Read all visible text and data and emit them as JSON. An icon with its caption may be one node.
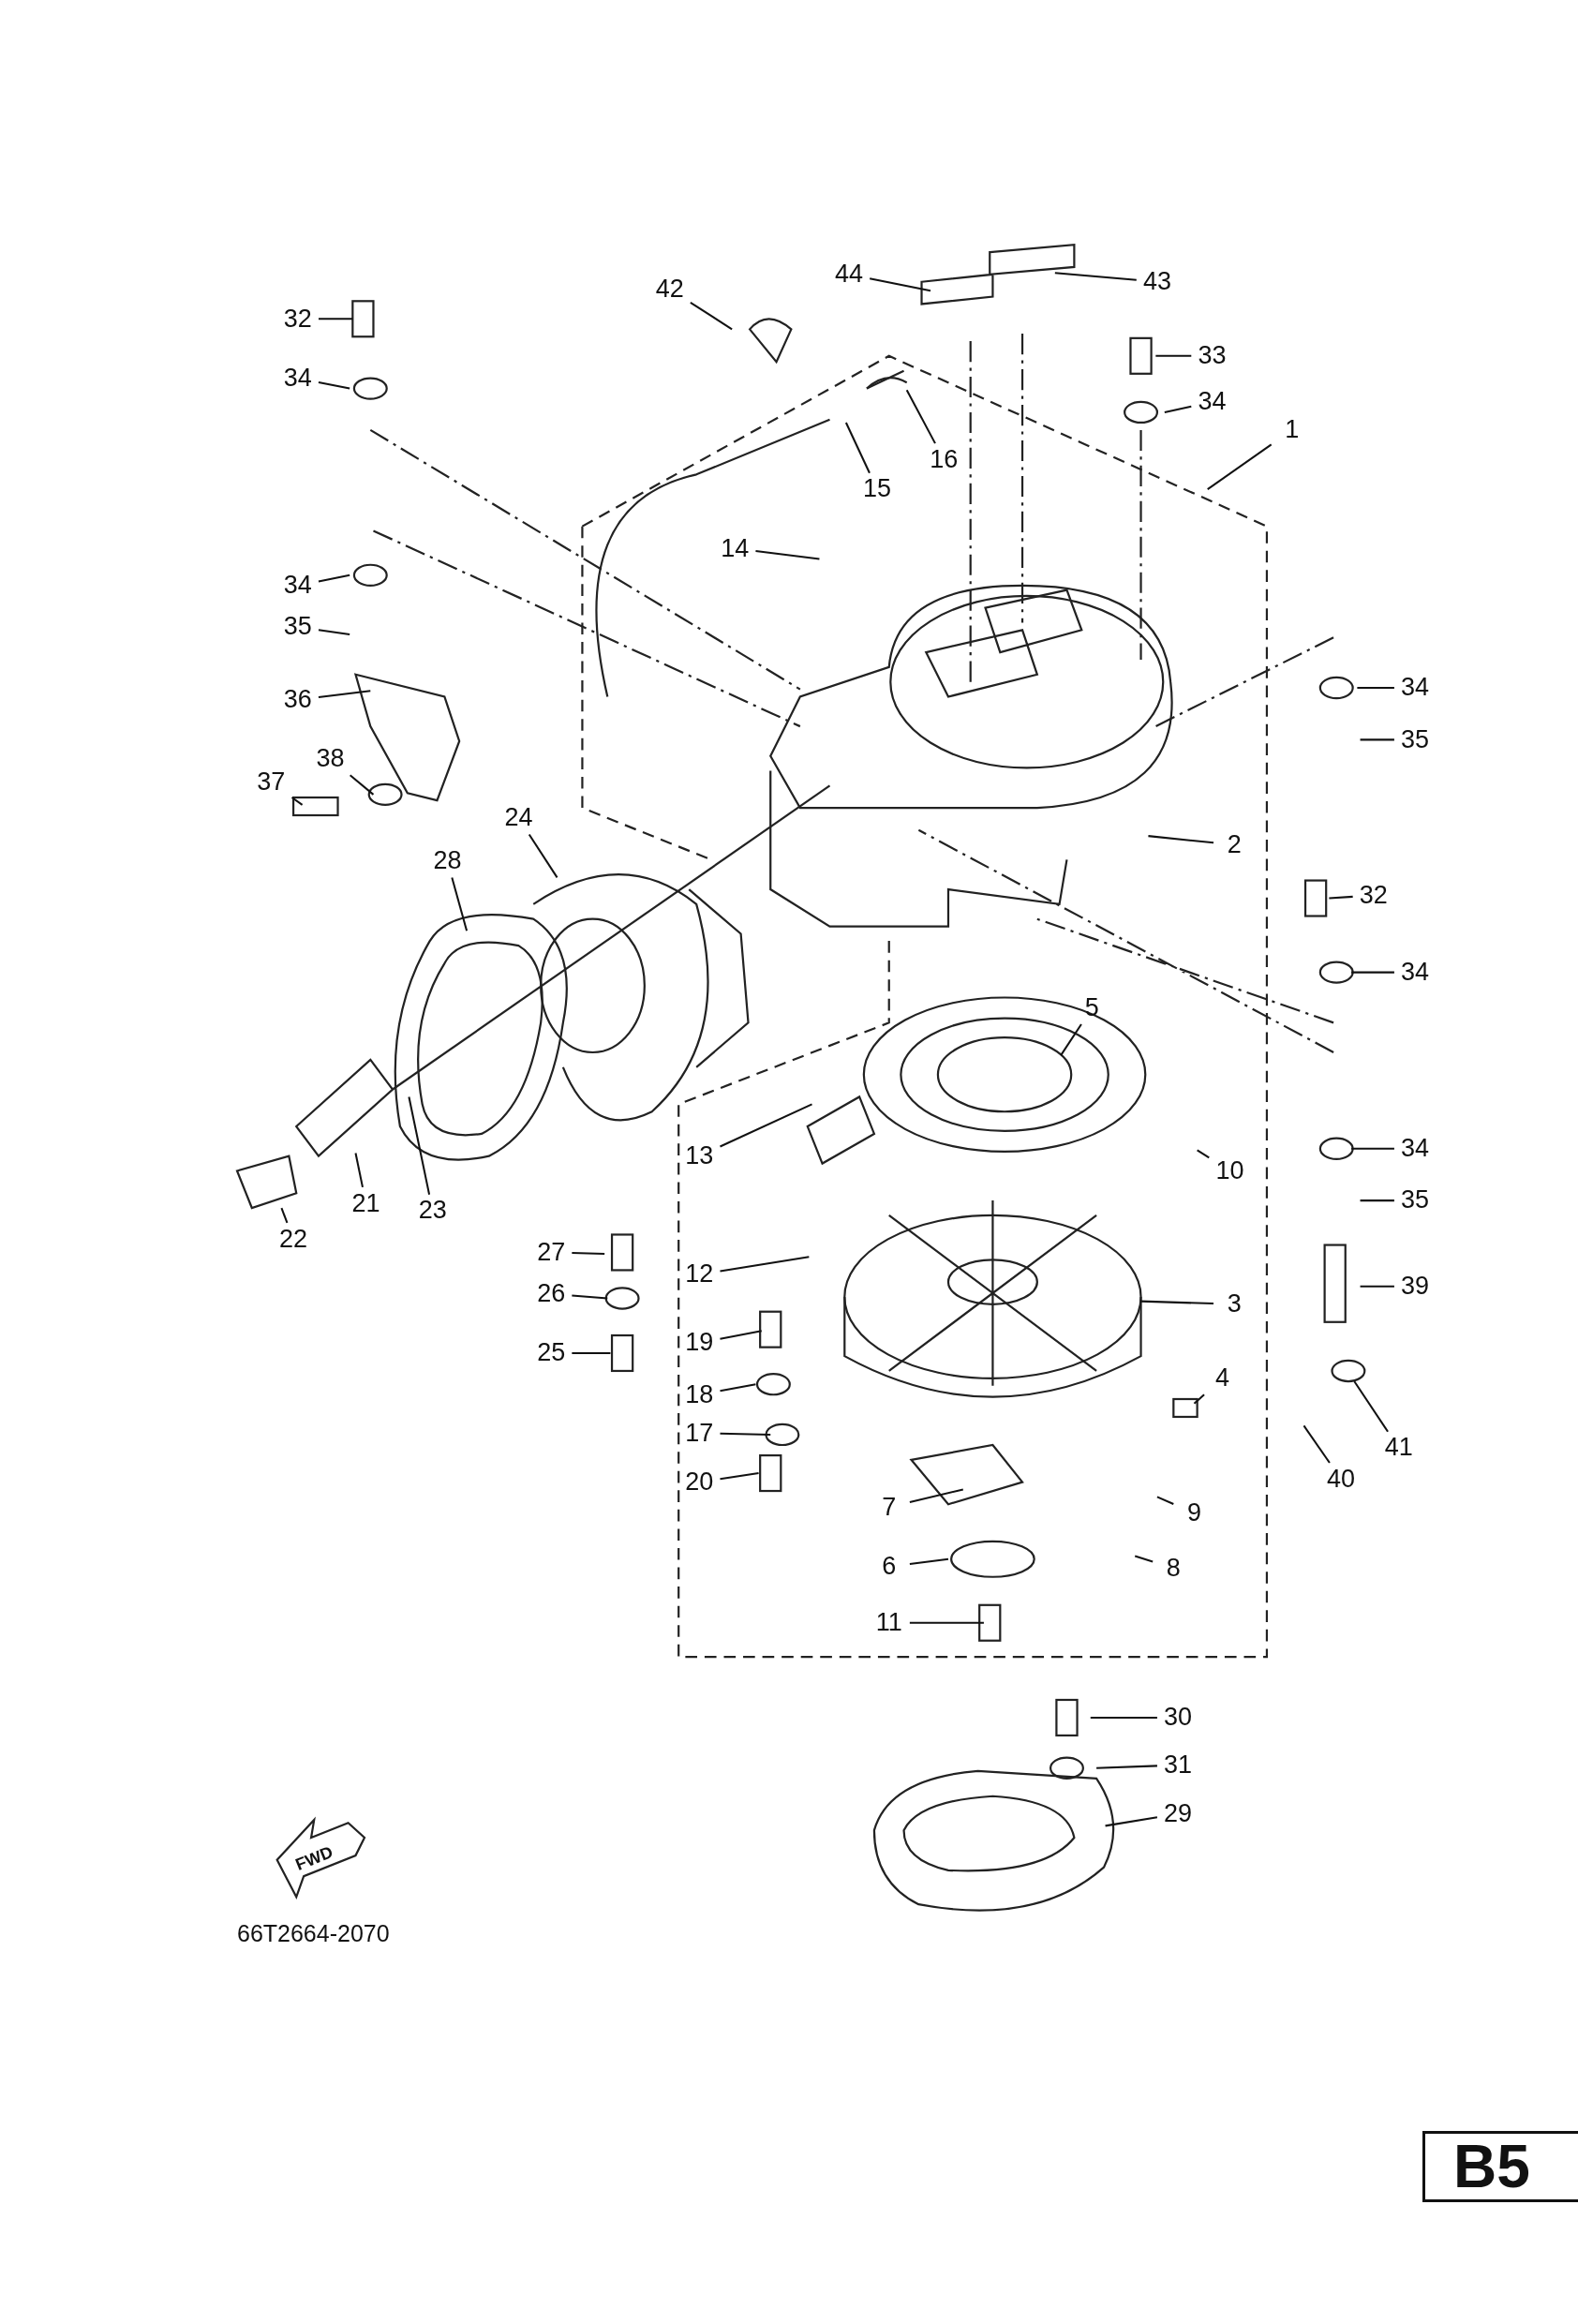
{
  "diagram": {
    "nodes": [
      {
        "text": [
          "42"
        ]
      },
      {
        "text": [
          "44"
        ]
      },
      {
        "text": [
          "43"
        ]
      },
      {
        "text": [
          "32"
        ]
      },
      {
        "text": [
          "33"
        ]
      },
      {
        "text": [
          "34"
        ]
      },
      {
        "text": [
          "34"
        ]
      },
      {
        "text": [
          "1"
        ]
      },
      {
        "text": [
          "16"
        ]
      },
      {
        "text": [
          "15"
        ]
      },
      {
        "text": [
          "14"
        ]
      },
      {
        "text": [
          "34"
        ]
      },
      {
        "text": [
          "35"
        ]
      },
      {
        "text": [
          "34"
        ]
      },
      {
        "text": [
          "36"
        ]
      },
      {
        "text": [
          "35"
        ]
      },
      {
        "text": [
          "38"
        ]
      },
      {
        "text": [
          "37"
        ]
      },
      {
        "text": [
          "24"
        ]
      },
      {
        "text": [
          "2"
        ]
      },
      {
        "text": [
          "28"
        ]
      },
      {
        "text": [
          "32"
        ]
      },
      {
        "text": [
          "34"
        ]
      },
      {
        "text": [
          "5"
        ]
      },
      {
        "text": [
          "13"
        ]
      },
      {
        "text": [
          "34"
        ]
      },
      {
        "text": [
          "10"
        ]
      },
      {
        "text": [
          "35"
        ]
      },
      {
        "text": [
          "27"
        ]
      },
      {
        "text": [
          "12"
        ]
      },
      {
        "text": [
          "39"
        ]
      },
      {
        "text": [
          "26"
        ]
      },
      {
        "text": [
          "3"
        ]
      },
      {
        "text": [
          "19"
        ]
      },
      {
        "text": [
          "25"
        ]
      },
      {
        "text": [
          "22"
        ]
      },
      {
        "text": [
          "21"
        ]
      },
      {
        "text": [
          "23"
        ]
      },
      {
        "text": [
          "4"
        ]
      },
      {
        "text": [
          "18"
        ]
      },
      {
        "text": [
          "17"
        ]
      },
      {
        "text": [
          "41"
        ]
      },
      {
        "text": [
          "20"
        ]
      },
      {
        "text": [
          "40"
        ]
      },
      {
        "text": [
          "7"
        ]
      },
      {
        "text": [
          "9"
        ]
      },
      {
        "text": [
          "8"
        ]
      },
      {
        "text": [
          "6"
        ]
      },
      {
        "text": [
          "11"
        ]
      },
      {
        "text": [
          "30"
        ]
      },
      {
        "text": [
          "31"
        ]
      },
      {
        "text": [
          "29"
        ]
      }
    ],
    "edges": [
      {
        "from": 0,
        "to": null,
        "arrow": "none"
      },
      {
        "from": 1,
        "to": null,
        "arrow": "none"
      },
      {
        "from": 2,
        "to": null,
        "arrow": "none"
      },
      {
        "from": 3,
        "to": null,
        "arrow": "none"
      },
      {
        "from": 4,
        "to": null,
        "arrow": "none"
      },
      {
        "from": 5,
        "to": null,
        "arrow": "none"
      },
      {
        "from": 6,
        "to": null,
        "arrow": "none"
      },
      {
        "from": 7,
        "to": null,
        "arrow": "none"
      },
      {
        "from": 8,
        "to": null,
        "arrow": "none"
      },
      {
        "from": 9,
        "to": null,
        "arrow": "none"
      },
      {
        "from": 10,
        "to": null,
        "arrow": "none"
      },
      {
        "from": 11,
        "to": null,
        "arrow": "none"
      },
      {
        "from": 12,
        "to": null,
        "arrow": "none"
      },
      {
        "from": 13,
        "to": null,
        "arrow": "none"
      },
      {
        "from": 14,
        "to": null,
        "arrow": "none"
      },
      {
        "from": 15,
        "to": null,
        "arrow": "none"
      },
      {
        "from": 16,
        "to": null,
        "arrow": "none"
      },
      {
        "from": 17,
        "to": null,
        "arrow": "none"
      },
      {
        "from": 18,
        "to": null,
        "arrow": "none"
      },
      {
        "from": 19,
        "to": null,
        "arrow": "none"
      },
      {
        "from": 20,
        "to": null,
        "arrow": "none"
      },
      {
        "from": 21,
        "to": null,
        "arrow": "none"
      },
      {
        "from": 22,
        "to": null,
        "arrow": "none"
      },
      {
        "from": 23,
        "to": null,
        "arrow": "none"
      },
      {
        "from": 24,
        "to": null,
        "arrow": "none"
      },
      {
        "from": 25,
        "to": null,
        "arrow": "none"
      },
      {
        "from": 26,
        "to": null,
        "arrow": "none"
      },
      {
        "from": 27,
        "to": null,
        "arrow": "none"
      },
      {
        "from": 28,
        "to": null,
        "arrow": "none"
      },
      {
        "from": 29,
        "to": null,
        "arrow": "none"
      },
      {
        "from": 30,
        "to": null,
        "arrow": "none"
      },
      {
        "from": 31,
        "to": null,
        "arrow": "none"
      },
      {
        "from": 32,
        "to": null,
        "arrow": "none"
      },
      {
        "from": 33,
        "to": null,
        "arrow": "none"
      },
      {
        "from": 34,
        "to": null,
        "arrow": "none"
      },
      {
        "from": 35,
        "to": null,
        "arrow": "none"
      },
      {
        "from": 36,
        "to": null,
        "arrow": "none"
      },
      {
        "from": 37,
        "to": null,
        "arrow": "none"
      },
      {
        "from": 38,
        "to": null,
        "arrow": "none"
      },
      {
        "from": 39,
        "to": null,
        "arrow": "none"
      },
      {
        "from": 40,
        "to": null,
        "arrow": "none"
      },
      {
        "from": 41,
        "to": null,
        "arrow": "none"
      },
      {
        "from": 42,
        "to": null,
        "arrow": "none"
      },
      {
        "from": 43,
        "to": null,
        "arrow": "none"
      },
      {
        "from": 44,
        "to": null,
        "arrow": "none"
      },
      {
        "from": 45,
        "to": null,
        "arrow": "none"
      },
      {
        "from": 46,
        "to": null,
        "arrow": "none"
      },
      {
        "from": 47,
        "to": null,
        "arrow": "none"
      },
      {
        "from": 48,
        "to": null,
        "arrow": "none"
      },
      {
        "from": 49,
        "to": null,
        "arrow": "none"
      },
      {
        "from": 50,
        "to": null,
        "arrow": "none"
      },
      {
        "from": 51,
        "to": null,
        "arrow": "none"
      }
    ],
    "labels": [
      "FWD",
      "66T2664-2070",
      "B5"
    ]
  }
}
